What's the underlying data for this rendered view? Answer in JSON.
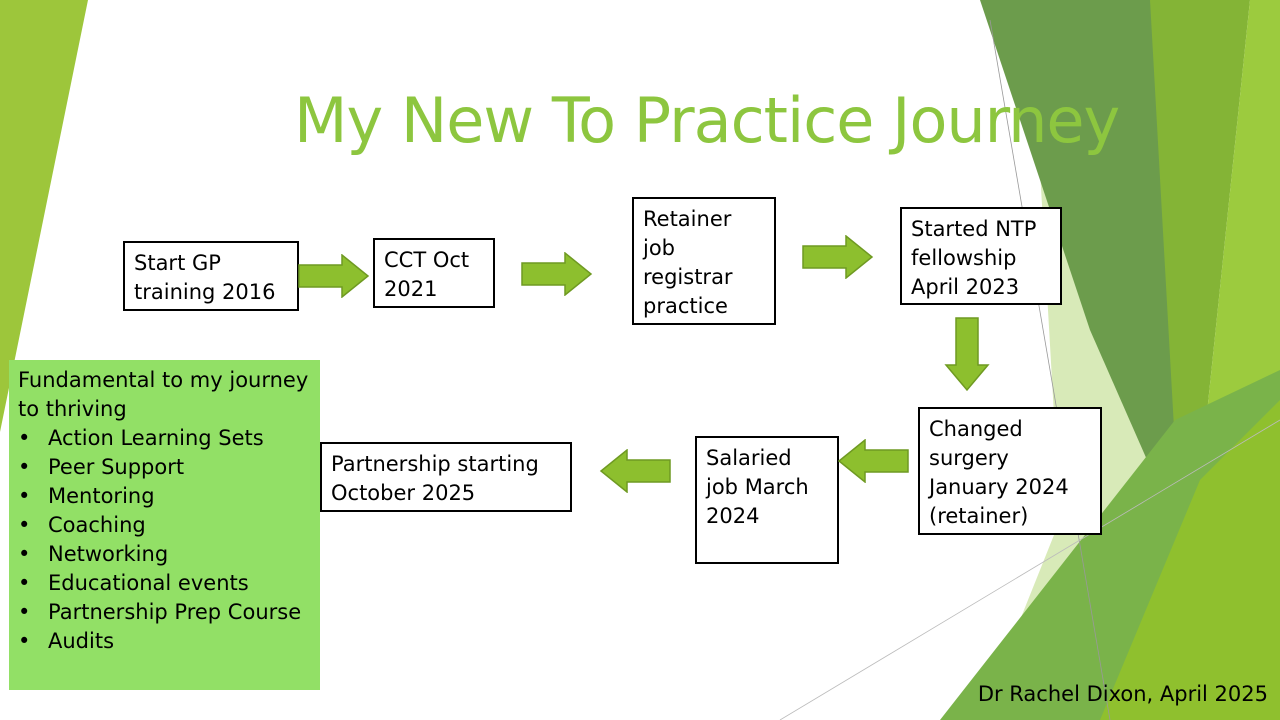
{
  "slide": {
    "title": "My New To Practice Journey",
    "steps": [
      "Start GP\ntraining 2016",
      "CCT Oct\n2021",
      "Retainer\njob\nregistrar\npractice",
      "Started NTP\nfellowship\nApril 2023",
      "Changed\nsurgery\nJanuary 2024\n(retainer)",
      "Salaried\njob March\n2024",
      "Partnership starting\nOctober 2025"
    ],
    "panel": {
      "heading": "Fundamental to my journey to thriving",
      "items": [
        "Action Learning Sets",
        "Peer Support",
        "Mentoring",
        "Coaching",
        "Networking",
        "Educational events",
        "Partnership Prep Course",
        "Audits"
      ]
    },
    "footer": "Dr Rachel Dixon, April 2025"
  },
  "colors": {
    "title": "#8dc63f",
    "arrow": "#8dbf2e",
    "panel": "#92e066"
  }
}
